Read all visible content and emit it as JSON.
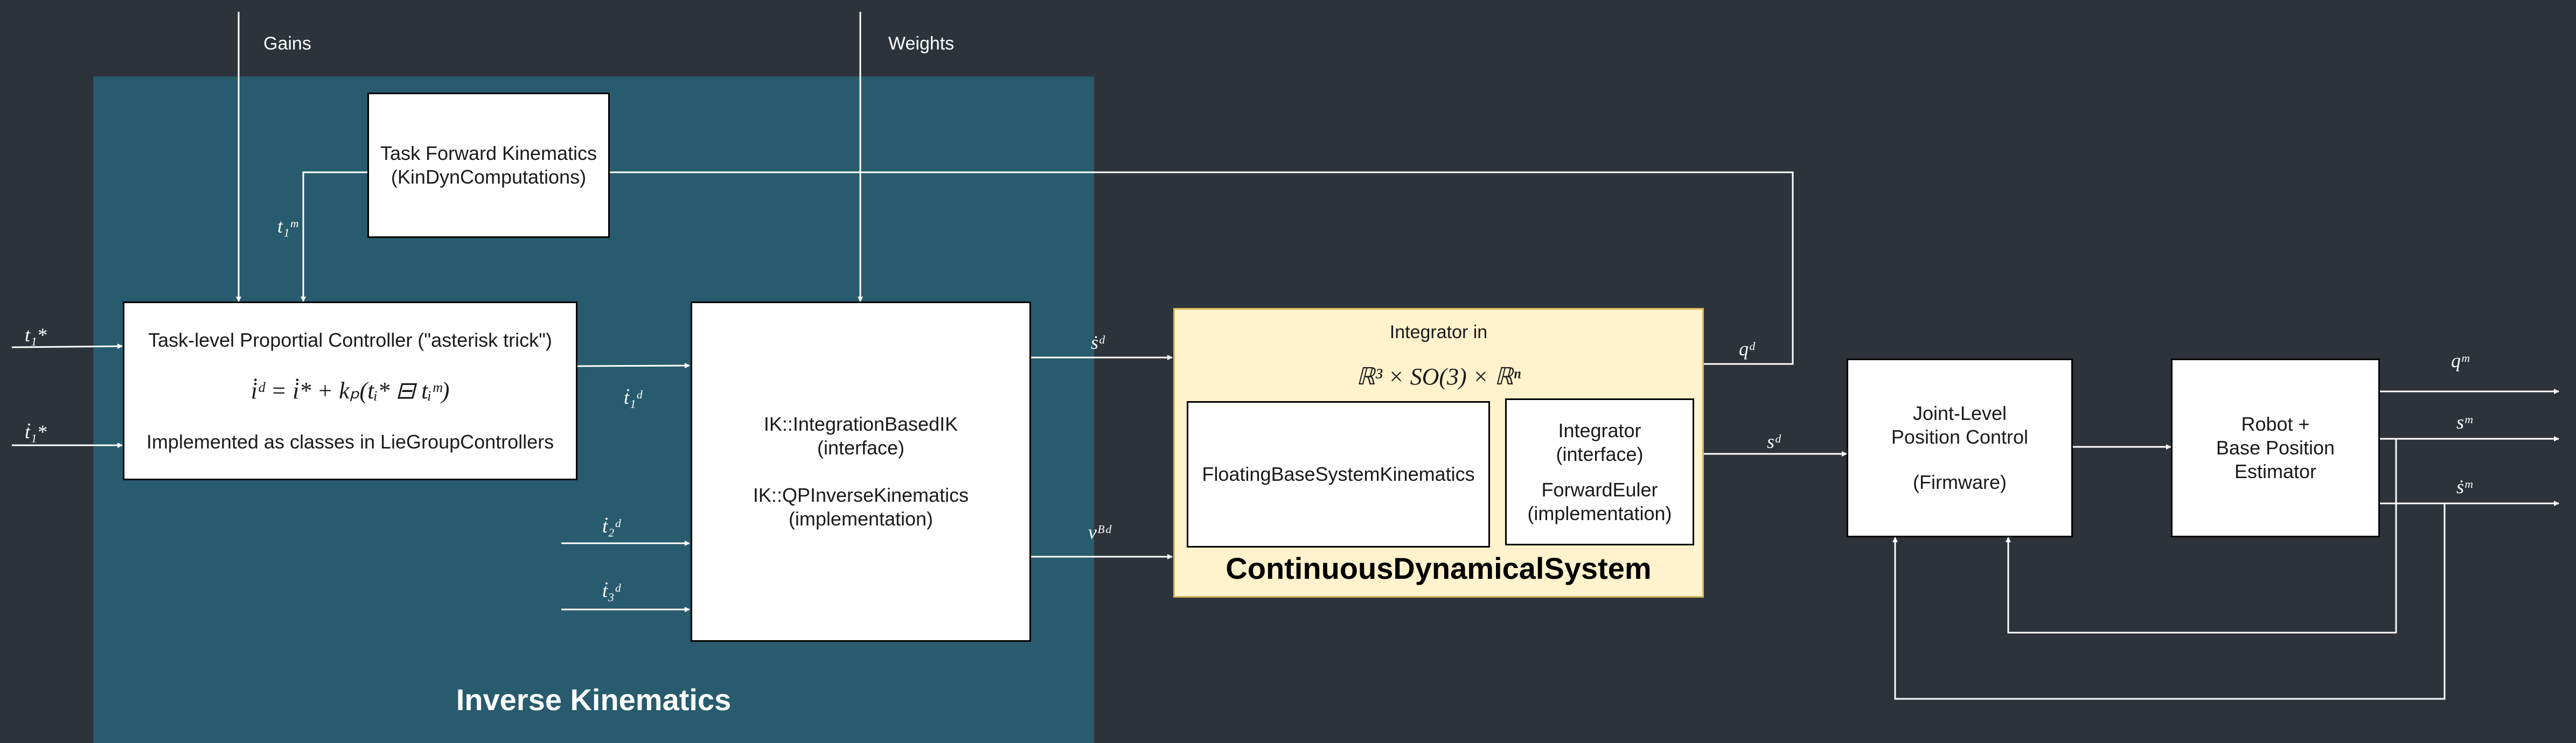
{
  "colors": {
    "background": "#2d333b",
    "ik_region": "#285b6e",
    "cds_region": "#fff2cc",
    "cds_border": "#d6b656",
    "box_fill": "#ffffff",
    "edge": "#ffffff"
  },
  "ik_region": {
    "title": "Inverse Kinematics"
  },
  "cds_region": {
    "title": "ContinuousDynamicalSystem",
    "integrator_title": "Integrator in",
    "integrator_space": "ℝ³ × SO(3) × ℝⁿ"
  },
  "inputs": {
    "gains": "Gains",
    "weights": "Weights"
  },
  "boxes": {
    "task_fk": {
      "line1": "Task Forward Kinematics",
      "line2": "(KinDynComputations)"
    },
    "controller": {
      "line1": "Task-level Proportial Controller (\"asterisk trick\")",
      "formula": "i̇ᵈ = i̇* + kₚ(tᵢ* ⊟ tᵢᵐ)",
      "line3": "Implemented as classes in LieGroupControllers"
    },
    "ik": {
      "line1": "IK::IntegrationBasedIK",
      "line2": "(interface)",
      "line3": "IK::QPInverseKinematics",
      "line4": "(implementation)"
    },
    "floating_base": {
      "label": "FloatingBaseSystemKinematics"
    },
    "integrator": {
      "line1": "Integrator",
      "line2": "(interface)",
      "line3": "ForwardEuler",
      "line4": "(implementation)"
    },
    "joint_control": {
      "line1": "Joint-Level",
      "line2": "Position Control",
      "line3": "(Firmware)"
    },
    "robot": {
      "line1": "Robot +",
      "line2": "Base Position",
      "line3": "Estimator"
    }
  },
  "signals": {
    "t1_measured": "t₁ᵐ",
    "t1_star": "t₁*",
    "t1_star_dot": "ṫ₁*",
    "t1_dot_d": "ṫ₁ᵈ",
    "t2_dot_d": "ṫ₂ᵈ",
    "t3_dot_d": "ṫ₃ᵈ",
    "s_dot_d": "ṡᵈ",
    "v_B_d": "vᴮᵈ",
    "q_d": "qᵈ",
    "s_d": "sᵈ",
    "q_m": "qᵐ",
    "s_m": "sᵐ",
    "s_dot_m": "ṡᵐ"
  }
}
